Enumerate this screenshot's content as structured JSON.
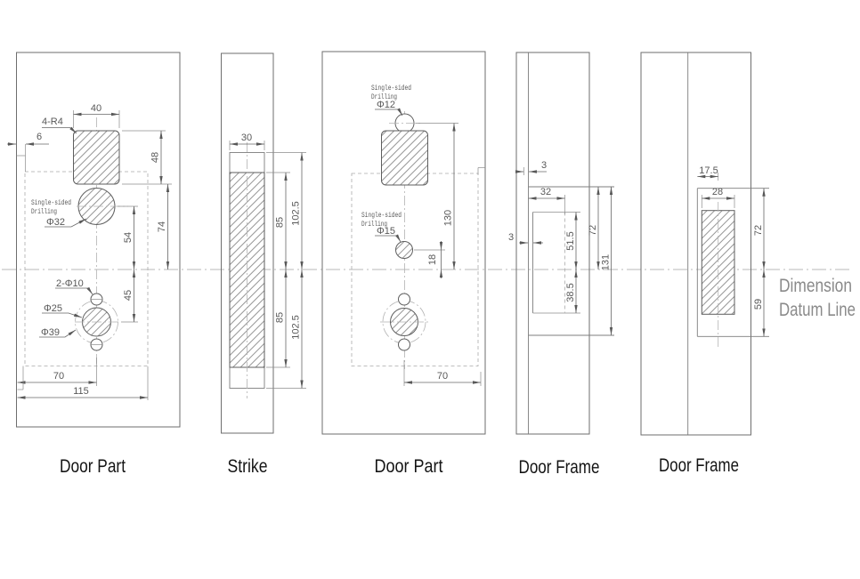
{
  "panels": [
    {
      "label": "Door Part",
      "notes": {
        "corner_radius": "4-R4",
        "drill_line1": "Single-sided",
        "drill_line2": "Drilling",
        "dia_hole": "Φ32",
        "dia_small_holes": "2-Φ10",
        "dia_mid": "Φ25",
        "dia_outer": "Φ39"
      },
      "dims": {
        "square_width": "40",
        "edge_offset": "6",
        "square_height": "48",
        "square_to_datum": "74",
        "hole_to_datum": "54",
        "datum_to_knob": "45",
        "knob_offset": "70",
        "case_width": "115"
      }
    },
    {
      "label": "Strike",
      "dims": {
        "plate_width": "30",
        "hatch_above": "85",
        "plate_above": "102.5",
        "hatch_below": "85",
        "plate_below": "102.5"
      }
    },
    {
      "label": "Door Part",
      "notes": {
        "drill1_line1": "Single-sided",
        "drill1_line2": "Drilling",
        "dia_top": "Φ12",
        "drill2_line1": "Single-sided",
        "drill2_line2": "Drilling",
        "dia_mid": "Φ15"
      },
      "dims": {
        "top_to_datum": "130",
        "small_to_datum": "18",
        "knob_offset": "70"
      }
    },
    {
      "label": "Door Frame",
      "dims": {
        "gap_top": "3",
        "recess_width": "32",
        "gap_side": "3",
        "above_datum": "51.5",
        "below_datum": "38.5",
        "opening_above": "72",
        "opening_height": "131"
      }
    },
    {
      "label": "Door Frame",
      "dims": {
        "center_offset": "17.5",
        "slot_width": "28",
        "above_datum": "72",
        "below_datum": "59"
      }
    }
  ],
  "datum": {
    "line1": "Dimension",
    "line2": "Datum Line"
  }
}
